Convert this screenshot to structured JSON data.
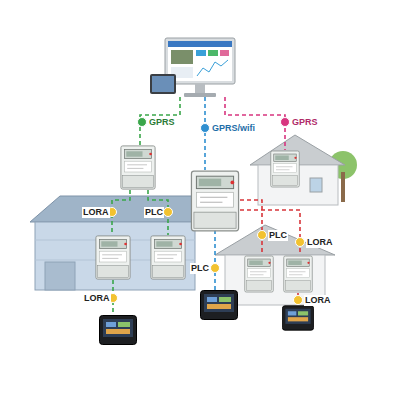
{
  "diagram": {
    "labels": [
      "GPRS",
      "GPRS/wifi",
      "GPRS",
      "LORA",
      "PLC",
      "PLC",
      "LORA",
      "PLC",
      "LORA",
      "LORA"
    ]
  }
}
